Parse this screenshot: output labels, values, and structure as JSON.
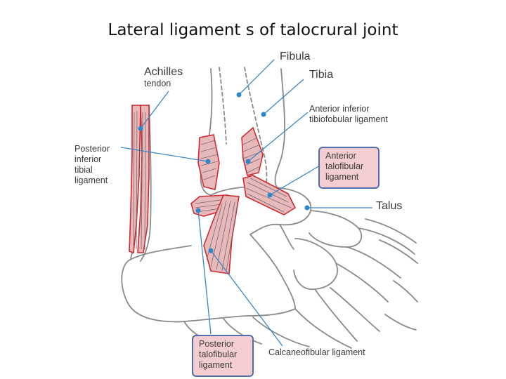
{
  "title": "Lateral ligament s of talocrural joint",
  "colors": {
    "bone_outline": "#8a8a8a",
    "ligament_fill": "#e8b9bb",
    "ligament_border": "#cc2b30",
    "fiber": "#7a6a6a",
    "leader_line": "#3b86c6",
    "marker_dot": "#2f86c8",
    "highlight_box_border": "#4f6db0",
    "highlight_box_fill": "#f4cdd0"
  },
  "labels": {
    "fibula": "Fibula",
    "tibia": "Tibia",
    "achilles": [
      "Achilles",
      "tendon"
    ],
    "ant_inf_tibiofibular": [
      "Anterior inferior",
      "tibiofobular ligament"
    ],
    "post_inf_tibial": [
      "Posterior",
      "inferior",
      "tibial",
      "ligament"
    ],
    "ant_talofibular": [
      "Anterior",
      "talofibular",
      "ligament"
    ],
    "talus": "Talus",
    "post_talofibular": [
      "Posterior",
      "talofibular",
      "ligament"
    ],
    "calcaneofibular": "Calcaneofibular ligament"
  }
}
